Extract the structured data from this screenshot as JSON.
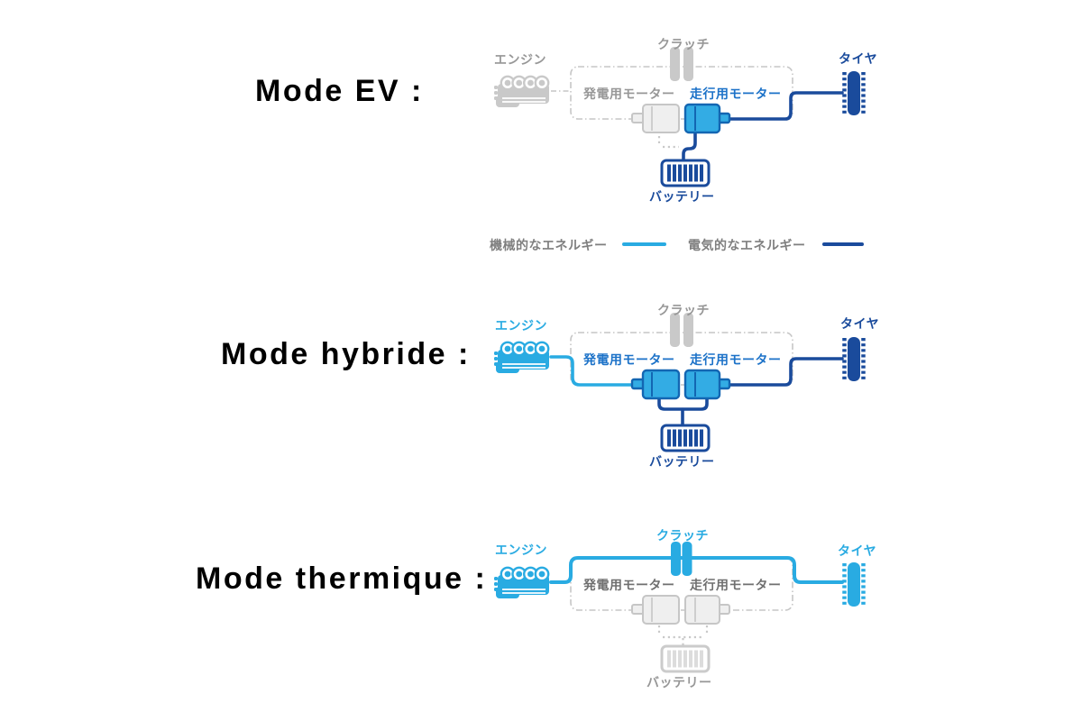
{
  "modes": [
    {
      "title": "Mode EV :",
      "labels": {
        "engine": "エンジン",
        "clutch": "クラッチ",
        "generator": "発電用モーター",
        "traction": "走行用モーター",
        "tire": "タイヤ",
        "battery": "バッテリー"
      },
      "states": {
        "engine": "inactive",
        "clutch": "disengaged",
        "generator": "inactive",
        "traction": "active",
        "battery": "active",
        "tire": "active",
        "wires": "electrical: battery to traction motor to tire"
      }
    },
    {
      "title": "Mode hybride :",
      "labels": {
        "engine": "エンジン",
        "clutch": "クラッチ",
        "generator": "発電用モーター",
        "traction": "走行用モーター",
        "tire": "タイヤ",
        "battery": "バッテリー"
      },
      "states": {
        "engine": "active",
        "clutch": "disengaged",
        "generator": "active",
        "traction": "active",
        "battery": "active",
        "tire": "active",
        "wires": "mechanical: engine to generator; electrical: motors to battery, traction motor to tire"
      }
    },
    {
      "title": "Mode thermique :",
      "labels": {
        "engine": "エンジン",
        "clutch": "クラッチ",
        "generator": "発電用モーター",
        "traction": "走行用モーター",
        "tire": "タイヤ",
        "battery": "バッテリー"
      },
      "states": {
        "engine": "active",
        "clutch": "engaged",
        "generator": "inactive",
        "traction": "inactive",
        "battery": "inactive",
        "tire": "active",
        "wires": "mechanical: engine through clutch to tire"
      }
    }
  ],
  "legend": {
    "mechanical": {
      "label": "機械的なエネルギー",
      "color": "#29abe2"
    },
    "electrical": {
      "label": "電気的なエネルギー",
      "color": "#1a4b9c"
    }
  },
  "colors": {
    "background": "#ffffff",
    "cyan_mechanical": "#29abe2",
    "navy_electrical": "#1a4b9c",
    "motor_fill": "#33ace4",
    "motor_stroke": "#1366b2",
    "active_label_blue": "#1c72c8",
    "inactive_gray": "#c9c9c9",
    "label_gray": "#979797",
    "dark_label_gray": "#6f6f6f",
    "title_color": "#000000"
  }
}
